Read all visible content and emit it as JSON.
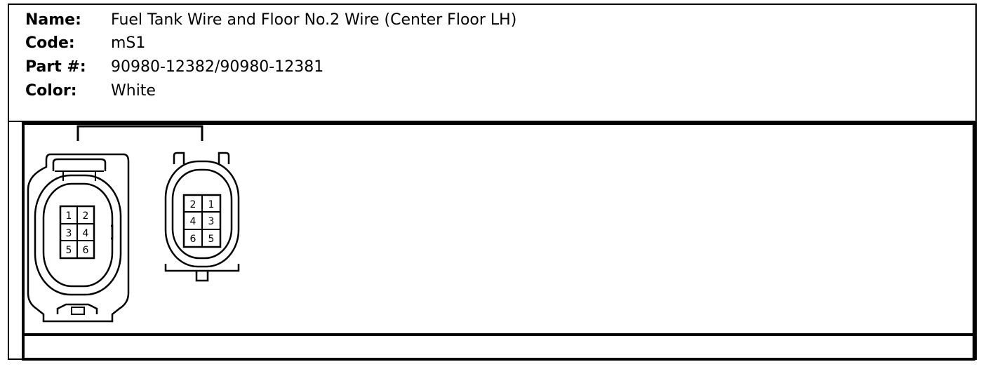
{
  "connector": {
    "name_label": "Name:",
    "name_value": "Fuel Tank Wire and Floor No.2 Wire (Center Floor LH)",
    "code_label": "Code:",
    "code_value": "mS1",
    "part_label": "Part #:",
    "part_value": "90980-12382/90980-12381",
    "color_label": "Color:",
    "color_value": "White"
  },
  "diagram": {
    "left_connector_pins": [
      [
        "1",
        "2"
      ],
      [
        "3",
        "4"
      ],
      [
        "5",
        "6"
      ]
    ],
    "right_connector_pins": [
      [
        "2",
        "1"
      ],
      [
        "4",
        "3"
      ],
      [
        "6",
        "5"
      ]
    ]
  }
}
